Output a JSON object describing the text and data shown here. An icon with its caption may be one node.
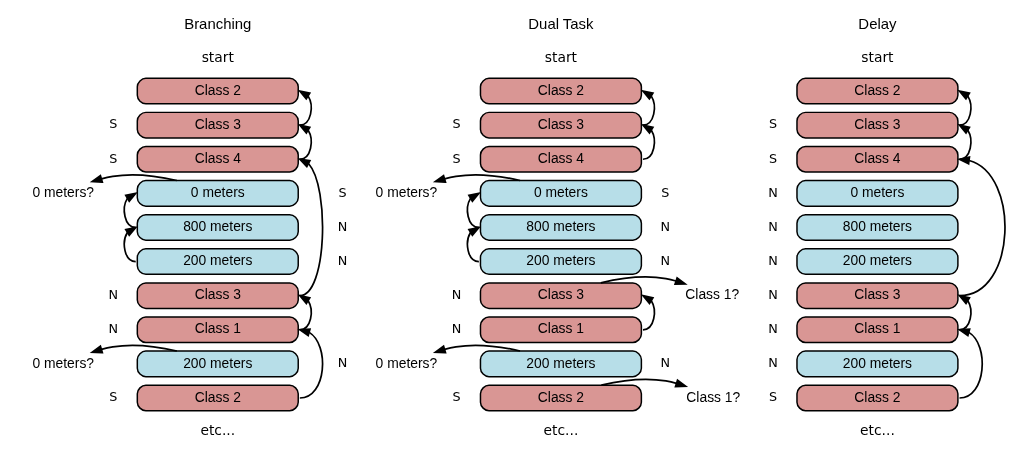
{
  "diagram": {
    "nodes": [
      {
        "text": [
          "Class 2"
        ],
        "beside": [
          "start"
        ]
      },
      {
        "text": [
          "Class 3"
        ],
        "beside": [
          "S"
        ]
      },
      {
        "text": [
          "Class 4"
        ],
        "beside": [
          "S"
        ]
      },
      {
        "text": [
          "0 meters"
        ],
        "beside": [
          "S"
        ]
      },
      {
        "text": [
          "800 meters"
        ],
        "beside": [
          "N"
        ]
      },
      {
        "text": [
          "200 meters"
        ],
        "beside": [
          "N"
        ]
      },
      {
        "text": [
          "Class 3"
        ],
        "beside": [
          "N"
        ]
      },
      {
        "text": [
          "Class 1"
        ],
        "beside": [
          "N"
        ]
      },
      {
        "text": [
          "200 meters"
        ],
        "beside": [
          "N"
        ]
      },
      {
        "text": [
          "Class 2"
        ],
        "beside": [
          "S",
          "etc..."
        ]
      },
      {
        "text": [
          "0 meters?"
        ]
      },
      {
        "text": [
          "0 meters?"
        ]
      },
      {
        "text": [
          "Class 2"
        ],
        "beside": [
          "start"
        ]
      },
      {
        "text": [
          "Class 3"
        ],
        "beside": [
          "S"
        ]
      },
      {
        "text": [
          "Class 4"
        ],
        "beside": [
          "S"
        ]
      },
      {
        "text": [
          "0 meters"
        ],
        "beside": [
          "S"
        ]
      },
      {
        "text": [
          "800 meters"
        ],
        "beside": [
          "N"
        ]
      },
      {
        "text": [
          "200 meters"
        ],
        "beside": [
          "N"
        ]
      },
      {
        "text": [
          "Class 3"
        ],
        "beside": [
          "N"
        ]
      },
      {
        "text": [
          "Class 1"
        ],
        "beside": [
          "N"
        ]
      },
      {
        "text": [
          "200 meters"
        ],
        "beside": [
          "N"
        ]
      },
      {
        "text": [
          "Class 2"
        ],
        "beside": [
          "S",
          "etc..."
        ]
      },
      {
        "text": [
          "0 meters?"
        ]
      },
      {
        "text": [
          "0 meters?"
        ]
      },
      {
        "text": [
          "Class 1?"
        ]
      },
      {
        "text": [
          "Class 1?"
        ]
      },
      {
        "text": [
          "Class 2"
        ],
        "beside": [
          "start"
        ]
      },
      {
        "text": [
          "Class 3"
        ],
        "beside": [
          "S"
        ]
      },
      {
        "text": [
          "Class 4"
        ],
        "beside": [
          "S"
        ]
      },
      {
        "text": [
          "0 meters"
        ],
        "beside": [
          "N"
        ]
      },
      {
        "text": [
          "800 meters"
        ],
        "beside": [
          "N"
        ]
      },
      {
        "text": [
          "200 meters"
        ],
        "beside": [
          "N"
        ]
      },
      {
        "text": [
          "Class 3"
        ],
        "beside": [
          "N"
        ]
      },
      {
        "text": [
          "Class 1"
        ],
        "beside": [
          "N"
        ]
      },
      {
        "text": [
          "200 meters"
        ],
        "beside": [
          "N"
        ]
      },
      {
        "text": [
          "Class 2"
        ],
        "beside": [
          "S",
          "etc..."
        ]
      }
    ],
    "edges": [
      {
        "from": 1,
        "to": 0,
        "arrow": "to"
      },
      {
        "from": 2,
        "to": 1,
        "arrow": "to"
      },
      {
        "from": 6,
        "to": 2,
        "arrow": "to"
      },
      {
        "from": 7,
        "to": 6,
        "arrow": "to"
      },
      {
        "from": 9,
        "to": 7,
        "arrow": "to"
      },
      {
        "from": 4,
        "to": 3,
        "arrow": "to"
      },
      {
        "from": 5,
        "to": 4,
        "arrow": "to"
      },
      {
        "from": 3,
        "to": 10,
        "arrow": "to"
      },
      {
        "from": 8,
        "to": 11,
        "arrow": "to"
      },
      {
        "from": 13,
        "to": 12,
        "arrow": "to"
      },
      {
        "from": 14,
        "to": 13,
        "arrow": "to"
      },
      {
        "from": 19,
        "to": 18,
        "arrow": "to"
      },
      {
        "from": 16,
        "to": 15,
        "arrow": "to"
      },
      {
        "from": 17,
        "to": 16,
        "arrow": "to"
      },
      {
        "from": 15,
        "to": 22,
        "arrow": "to"
      },
      {
        "from": 20,
        "to": 23,
        "arrow": "to"
      },
      {
        "from": 18,
        "to": 24,
        "arrow": "to"
      },
      {
        "from": 21,
        "to": 25,
        "arrow": "to"
      },
      {
        "from": 27,
        "to": 26,
        "arrow": "to"
      },
      {
        "from": 28,
        "to": 27,
        "arrow": "to"
      },
      {
        "from": 32,
        "to": 28,
        "arrow": "to"
      },
      {
        "from": 33,
        "to": 32,
        "arrow": "to"
      },
      {
        "from": 35,
        "to": 33,
        "arrow": "to"
      }
    ],
    "labels": [
      "Branching",
      "Dual Task",
      "Delay"
    ]
  }
}
